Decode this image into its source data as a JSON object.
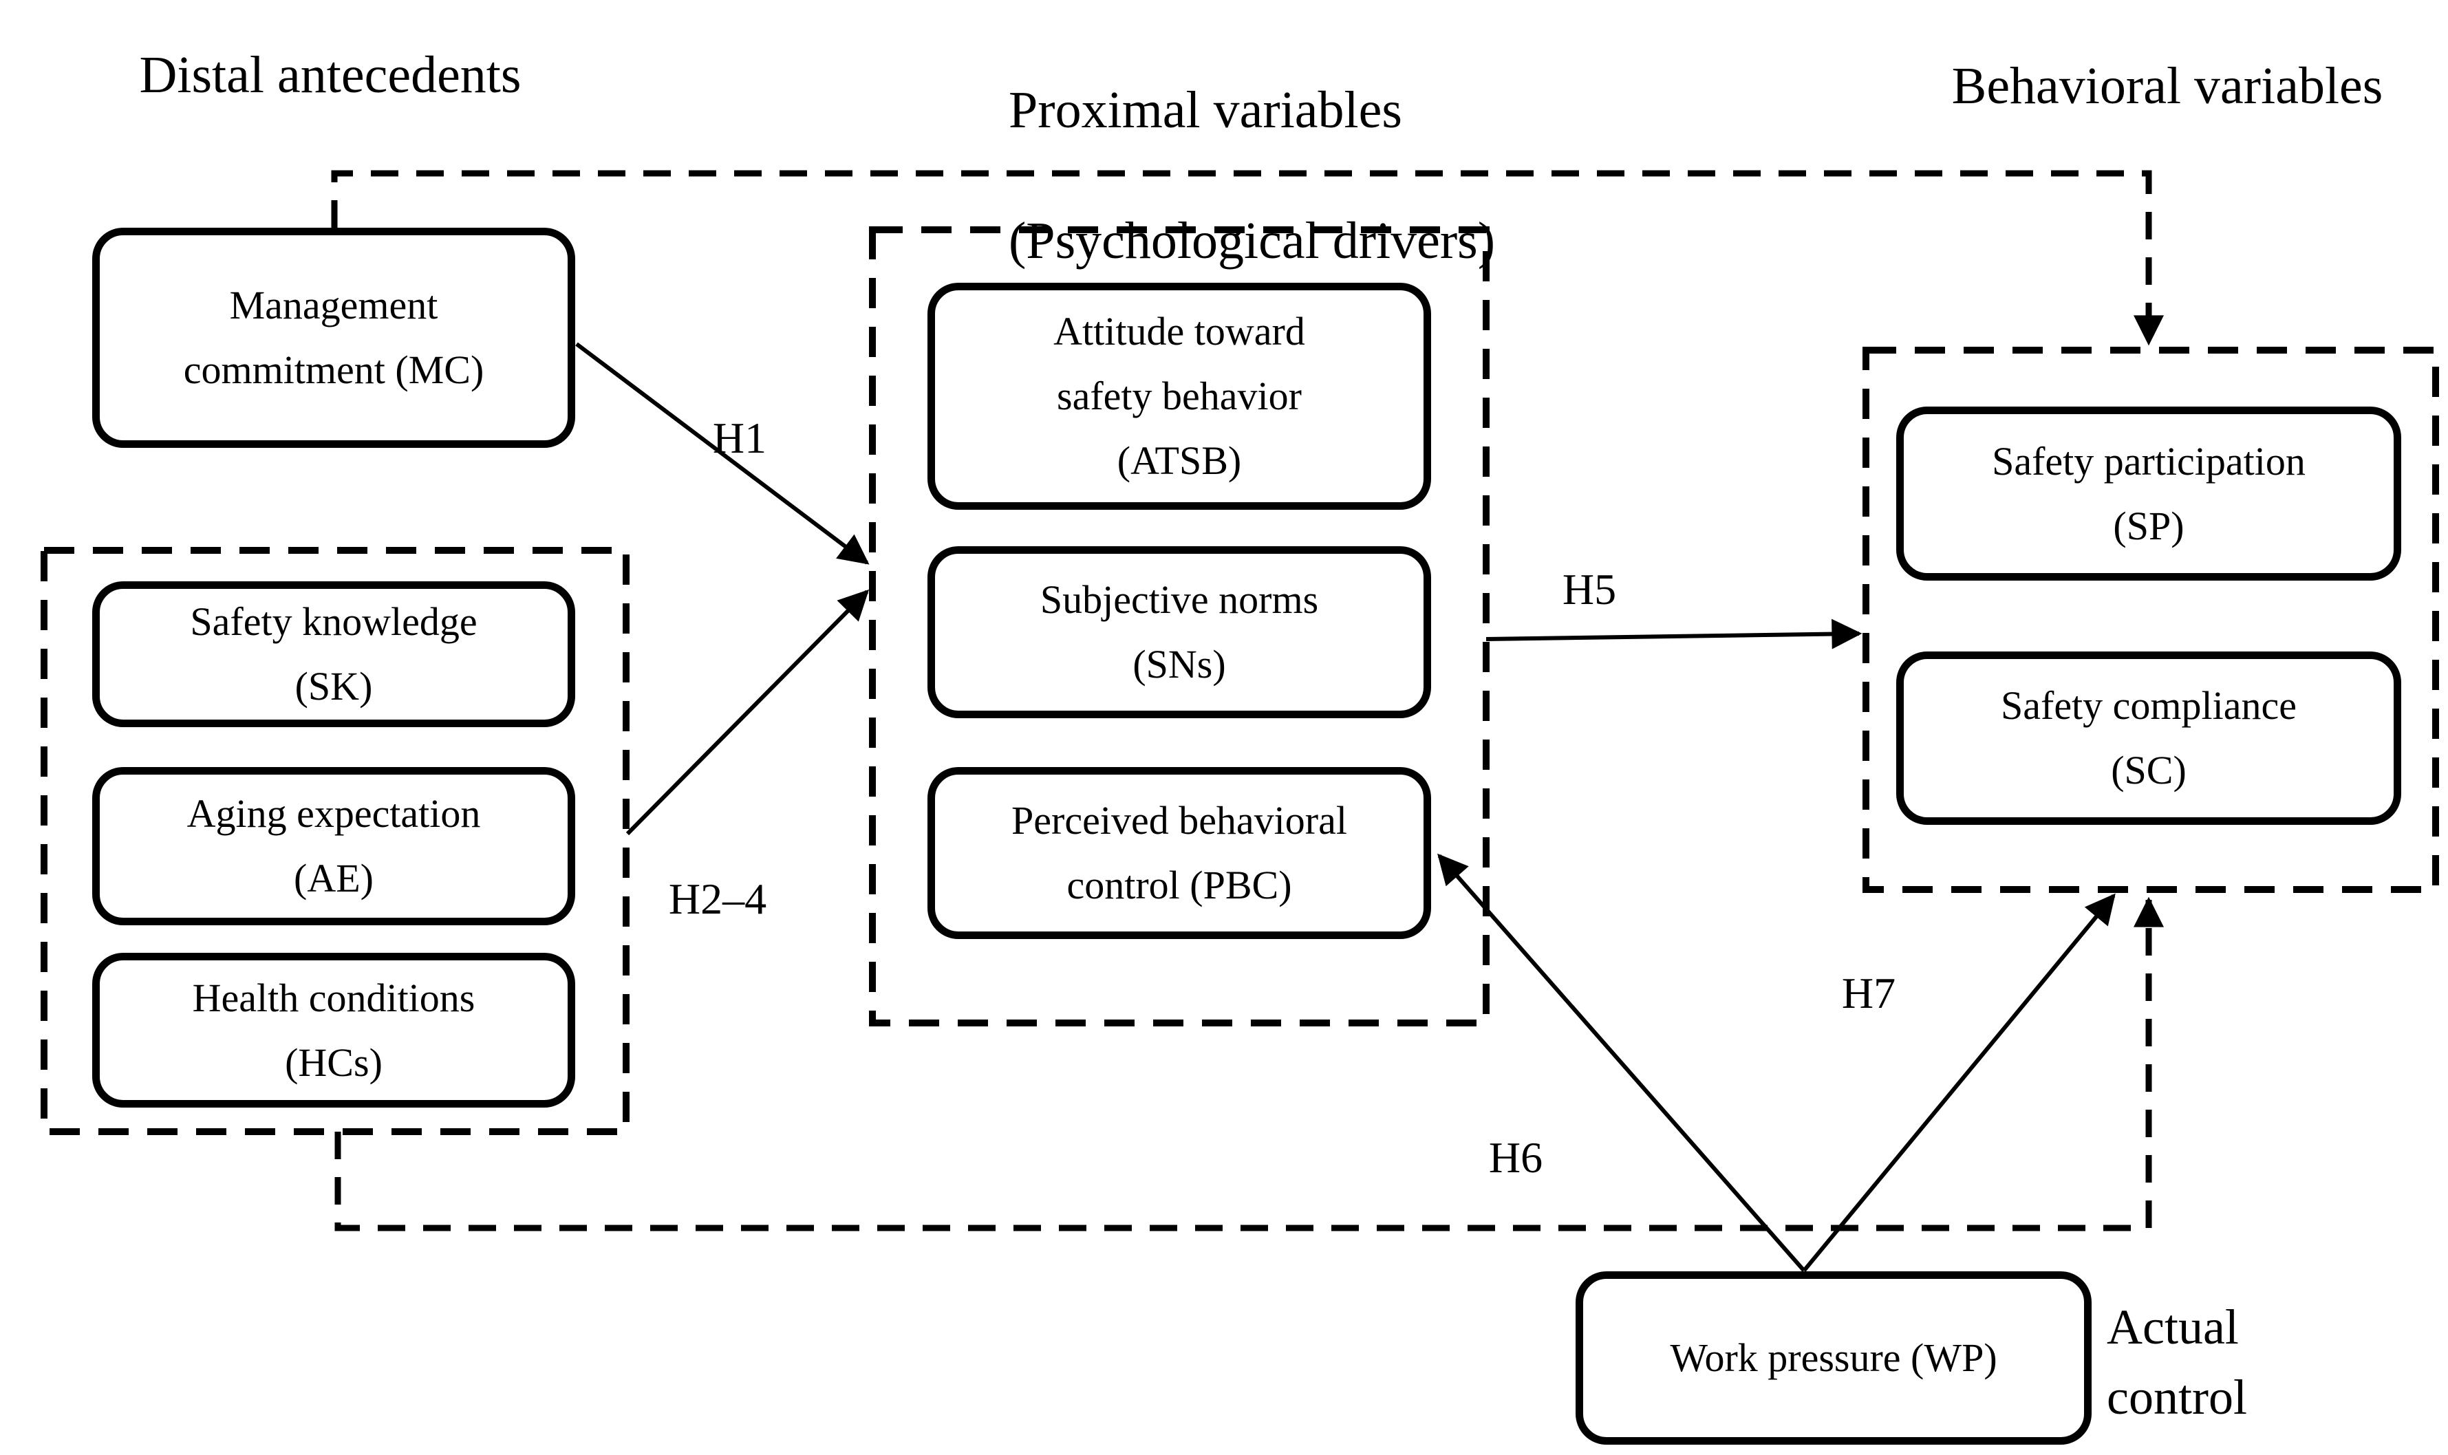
{
  "diagram": {
    "title": "Research model of safety behavior drivers",
    "colors": {
      "ink": "#000000",
      "background": "#ffffff"
    },
    "headers": {
      "distal": "Distal antecedents",
      "proximal_line1": "Proximal variables",
      "proximal_line2": "(Psychological drivers)",
      "behavioral": "Behavioral variables"
    },
    "nodes": {
      "mc": {
        "line1": "Management",
        "line2": "commitment (MC)"
      },
      "sk": {
        "line1": "Safety knowledge",
        "line2": "(SK)"
      },
      "ae": {
        "line1": "Aging expectation",
        "line2": "(AE)"
      },
      "hcs": {
        "line1": "Health conditions",
        "line2": "(HCs)"
      },
      "atsb": {
        "line1": "Attitude toward",
        "line2": "safety behavior",
        "line3": "(ATSB)"
      },
      "sns": {
        "line1": "Subjective norms",
        "line2": "(SNs)"
      },
      "pbc": {
        "line1": "Perceived behavioral",
        "line2": "control (PBC)"
      },
      "sp": {
        "line1": "Safety participation",
        "line2": "(SP)"
      },
      "sc": {
        "line1": "Safety compliance",
        "line2": "(SC)"
      },
      "wp": {
        "line1": "Work pressure (WP)"
      }
    },
    "edges": {
      "h1": "H1",
      "h2_4": "H2–4",
      "h5": "H5",
      "h6": "H6",
      "h7": "H7"
    },
    "annotations": {
      "actual_line1": "Actual",
      "actual_line2": "control"
    }
  }
}
